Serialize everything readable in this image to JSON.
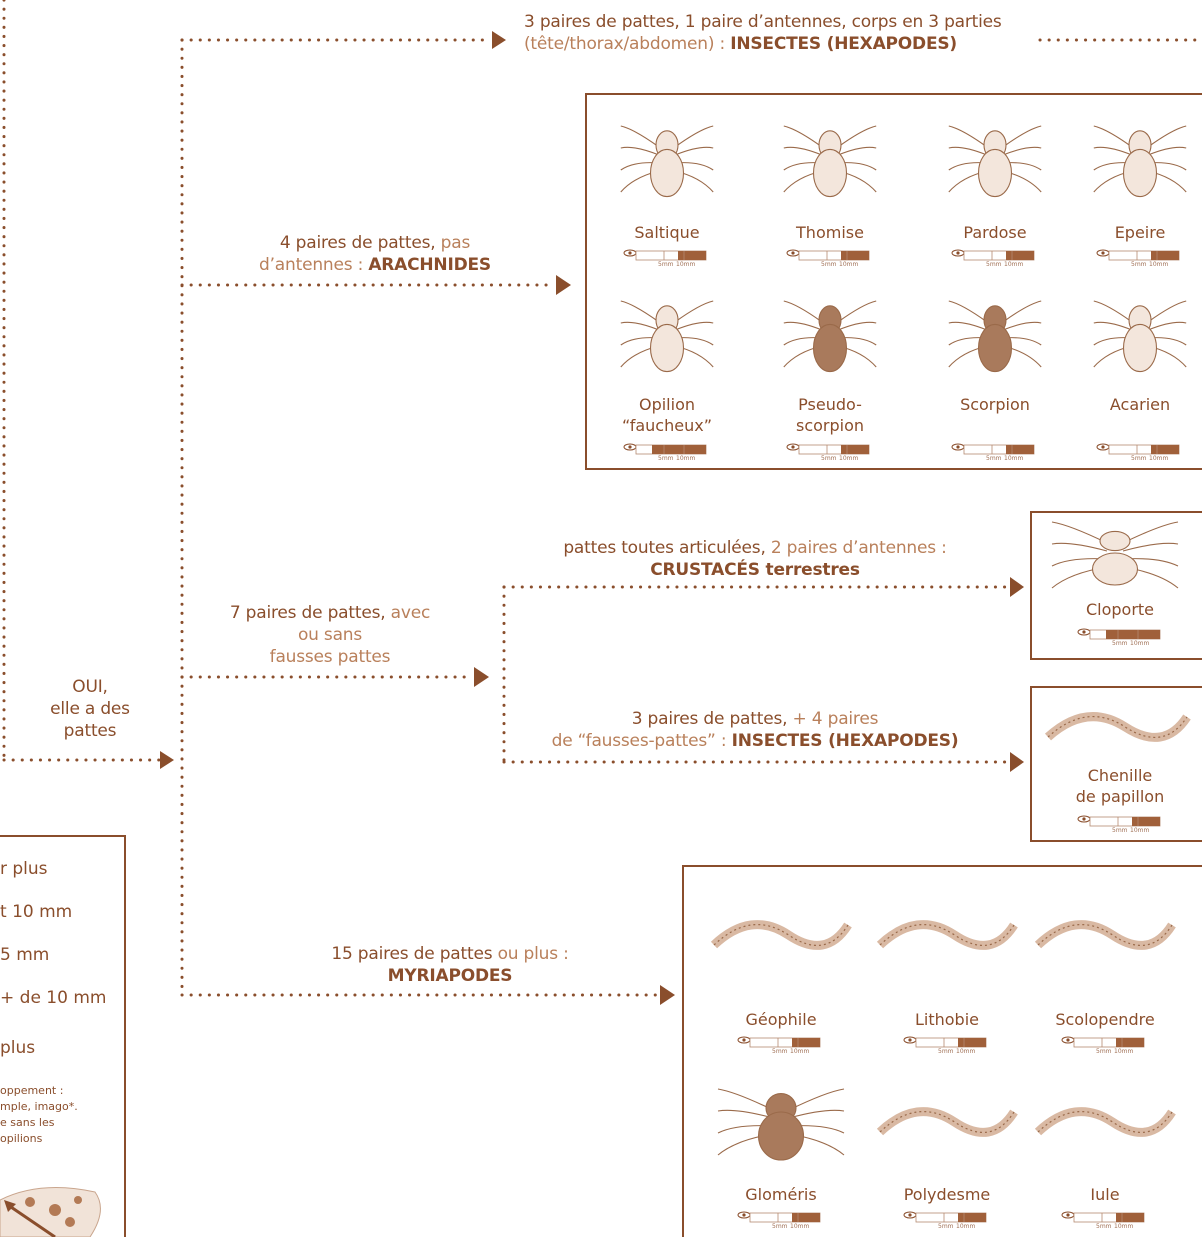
{
  "branches": {
    "insectes": {
      "line1": "3 paires de pattes, 1 paire d’antennes, corps en 3 parties",
      "line2_prefix": "(tête/thorax/abdomen) : ",
      "line2_bold": "INSECTES (HEXAPODES)"
    },
    "arachnides": {
      "line1_a": "4 paires de pattes,",
      "line1_b": " pas",
      "line2_a": "d’antennes : ",
      "line2_bold": "ARACHNIDES"
    },
    "sept_paires": {
      "line1_a": "7 paires de pattes,",
      "line1_b": " avec",
      "line2": "ou sans",
      "line3": "fausses pattes"
    },
    "crustaces": {
      "line1_a": "pattes toutes articulées,",
      "line1_b": " 2 paires d’antennes :",
      "line2_bold": "CRUSTACÉS terrestres"
    },
    "chenille": {
      "line1_a": "3 paires de pattes,",
      "line1_b": " + 4 paires",
      "line2_prefix": "de “fausses-pattes” : ",
      "line2_bold": "INSECTES (HEXAPODES)"
    },
    "myriapodes": {
      "line1_a": "15 paires de pattes",
      "line1_b": " ou plus :",
      "line2_bold": "MYRIAPODES"
    },
    "oui": {
      "line1": "OUI,",
      "line2": "elle a des",
      "line3": "pattes"
    }
  },
  "arachnides_box": {
    "animals": [
      {
        "name": "Saltique",
        "fill": 0.3
      },
      {
        "name": "Thomise",
        "fill": 0.3
      },
      {
        "name": "Pardose",
        "fill": 0.3
      },
      {
        "name": "Epeire",
        "fill": 0.3
      },
      {
        "name": "Opilion",
        "name2": "“faucheux”",
        "fill": 0.7
      },
      {
        "name": "Pseudo-",
        "name2": "scorpion",
        "fill": 0.3
      },
      {
        "name": "Scorpion",
        "fill": 0.3
      },
      {
        "name": "Acarien",
        "fill": 0.3
      }
    ]
  },
  "cloporte": {
    "name": "Cloporte"
  },
  "chenille_box": {
    "name": "Chenille",
    "name2": "de papillon"
  },
  "myriapodes_box": {
    "animals": [
      {
        "name": "Géophile"
      },
      {
        "name": "Lithobie"
      },
      {
        "name": "Scolopendre"
      },
      {
        "name": "Gloméris"
      },
      {
        "name": "Polydesme"
      },
      {
        "name": "Iule"
      }
    ]
  },
  "scale_labels": {
    "five": "5mm",
    "ten": "10mm"
  },
  "legend": {
    "l1": "r plus",
    "l2": "t 10 mm",
    "l3": "5 mm",
    "l4": "+ de 10 mm",
    "l5": "plus",
    "s1": "oppement :",
    "s2": "mple, imago*.",
    "s3": "e sans les",
    "s4": "opilions"
  },
  "colors": {
    "brown": "#8a4e2c",
    "light_brown": "#b9805b",
    "fill": "#a0603a"
  }
}
